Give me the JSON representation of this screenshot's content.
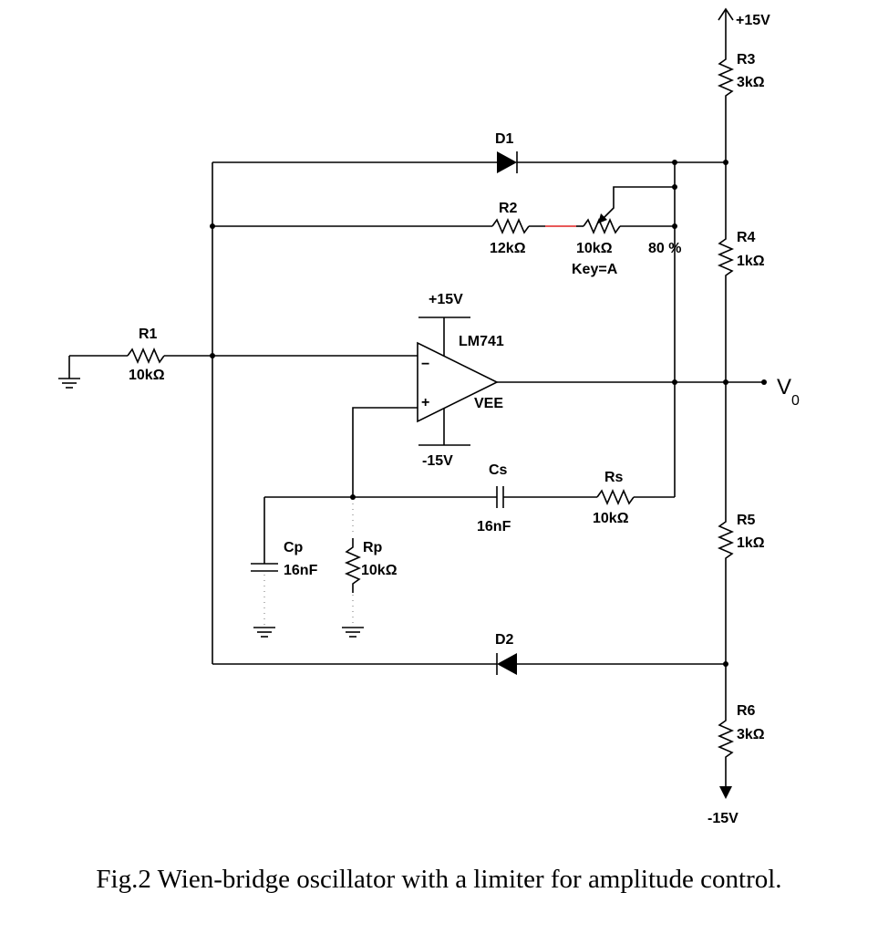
{
  "caption": "Fig.2 Wien-bridge oscillator with a limiter for amplitude control.",
  "components": {
    "r1": {
      "name": "R1",
      "value": "10kΩ"
    },
    "r2": {
      "name": "R2",
      "value": "12kΩ"
    },
    "pot": {
      "value": "10kΩ",
      "percent": "80 %",
      "key": "Key=A"
    },
    "r3": {
      "name": "R3",
      "value": "3kΩ"
    },
    "r4": {
      "name": "R4",
      "value": "1kΩ"
    },
    "r5": {
      "name": "R5",
      "value": "1kΩ"
    },
    "r6": {
      "name": "R6",
      "value": "3kΩ"
    },
    "rs": {
      "name": "Rs",
      "value": "10kΩ"
    },
    "rp": {
      "name": "Rp",
      "value": "10kΩ"
    },
    "cs": {
      "name": "Cs",
      "value": "16nF"
    },
    "cp": {
      "name": "Cp",
      "value": "16nF"
    },
    "d1": {
      "name": "D1"
    },
    "d2": {
      "name": "D2"
    },
    "opamp": {
      "name": "LM741",
      "vee": "VEE",
      "vpos": "+15V",
      "vneg": "-15V",
      "minus": "−",
      "plus": "+"
    }
  },
  "rails": {
    "top": "+15V",
    "bottom": "-15V"
  },
  "output": {
    "label": "V",
    "subscript": "0"
  }
}
